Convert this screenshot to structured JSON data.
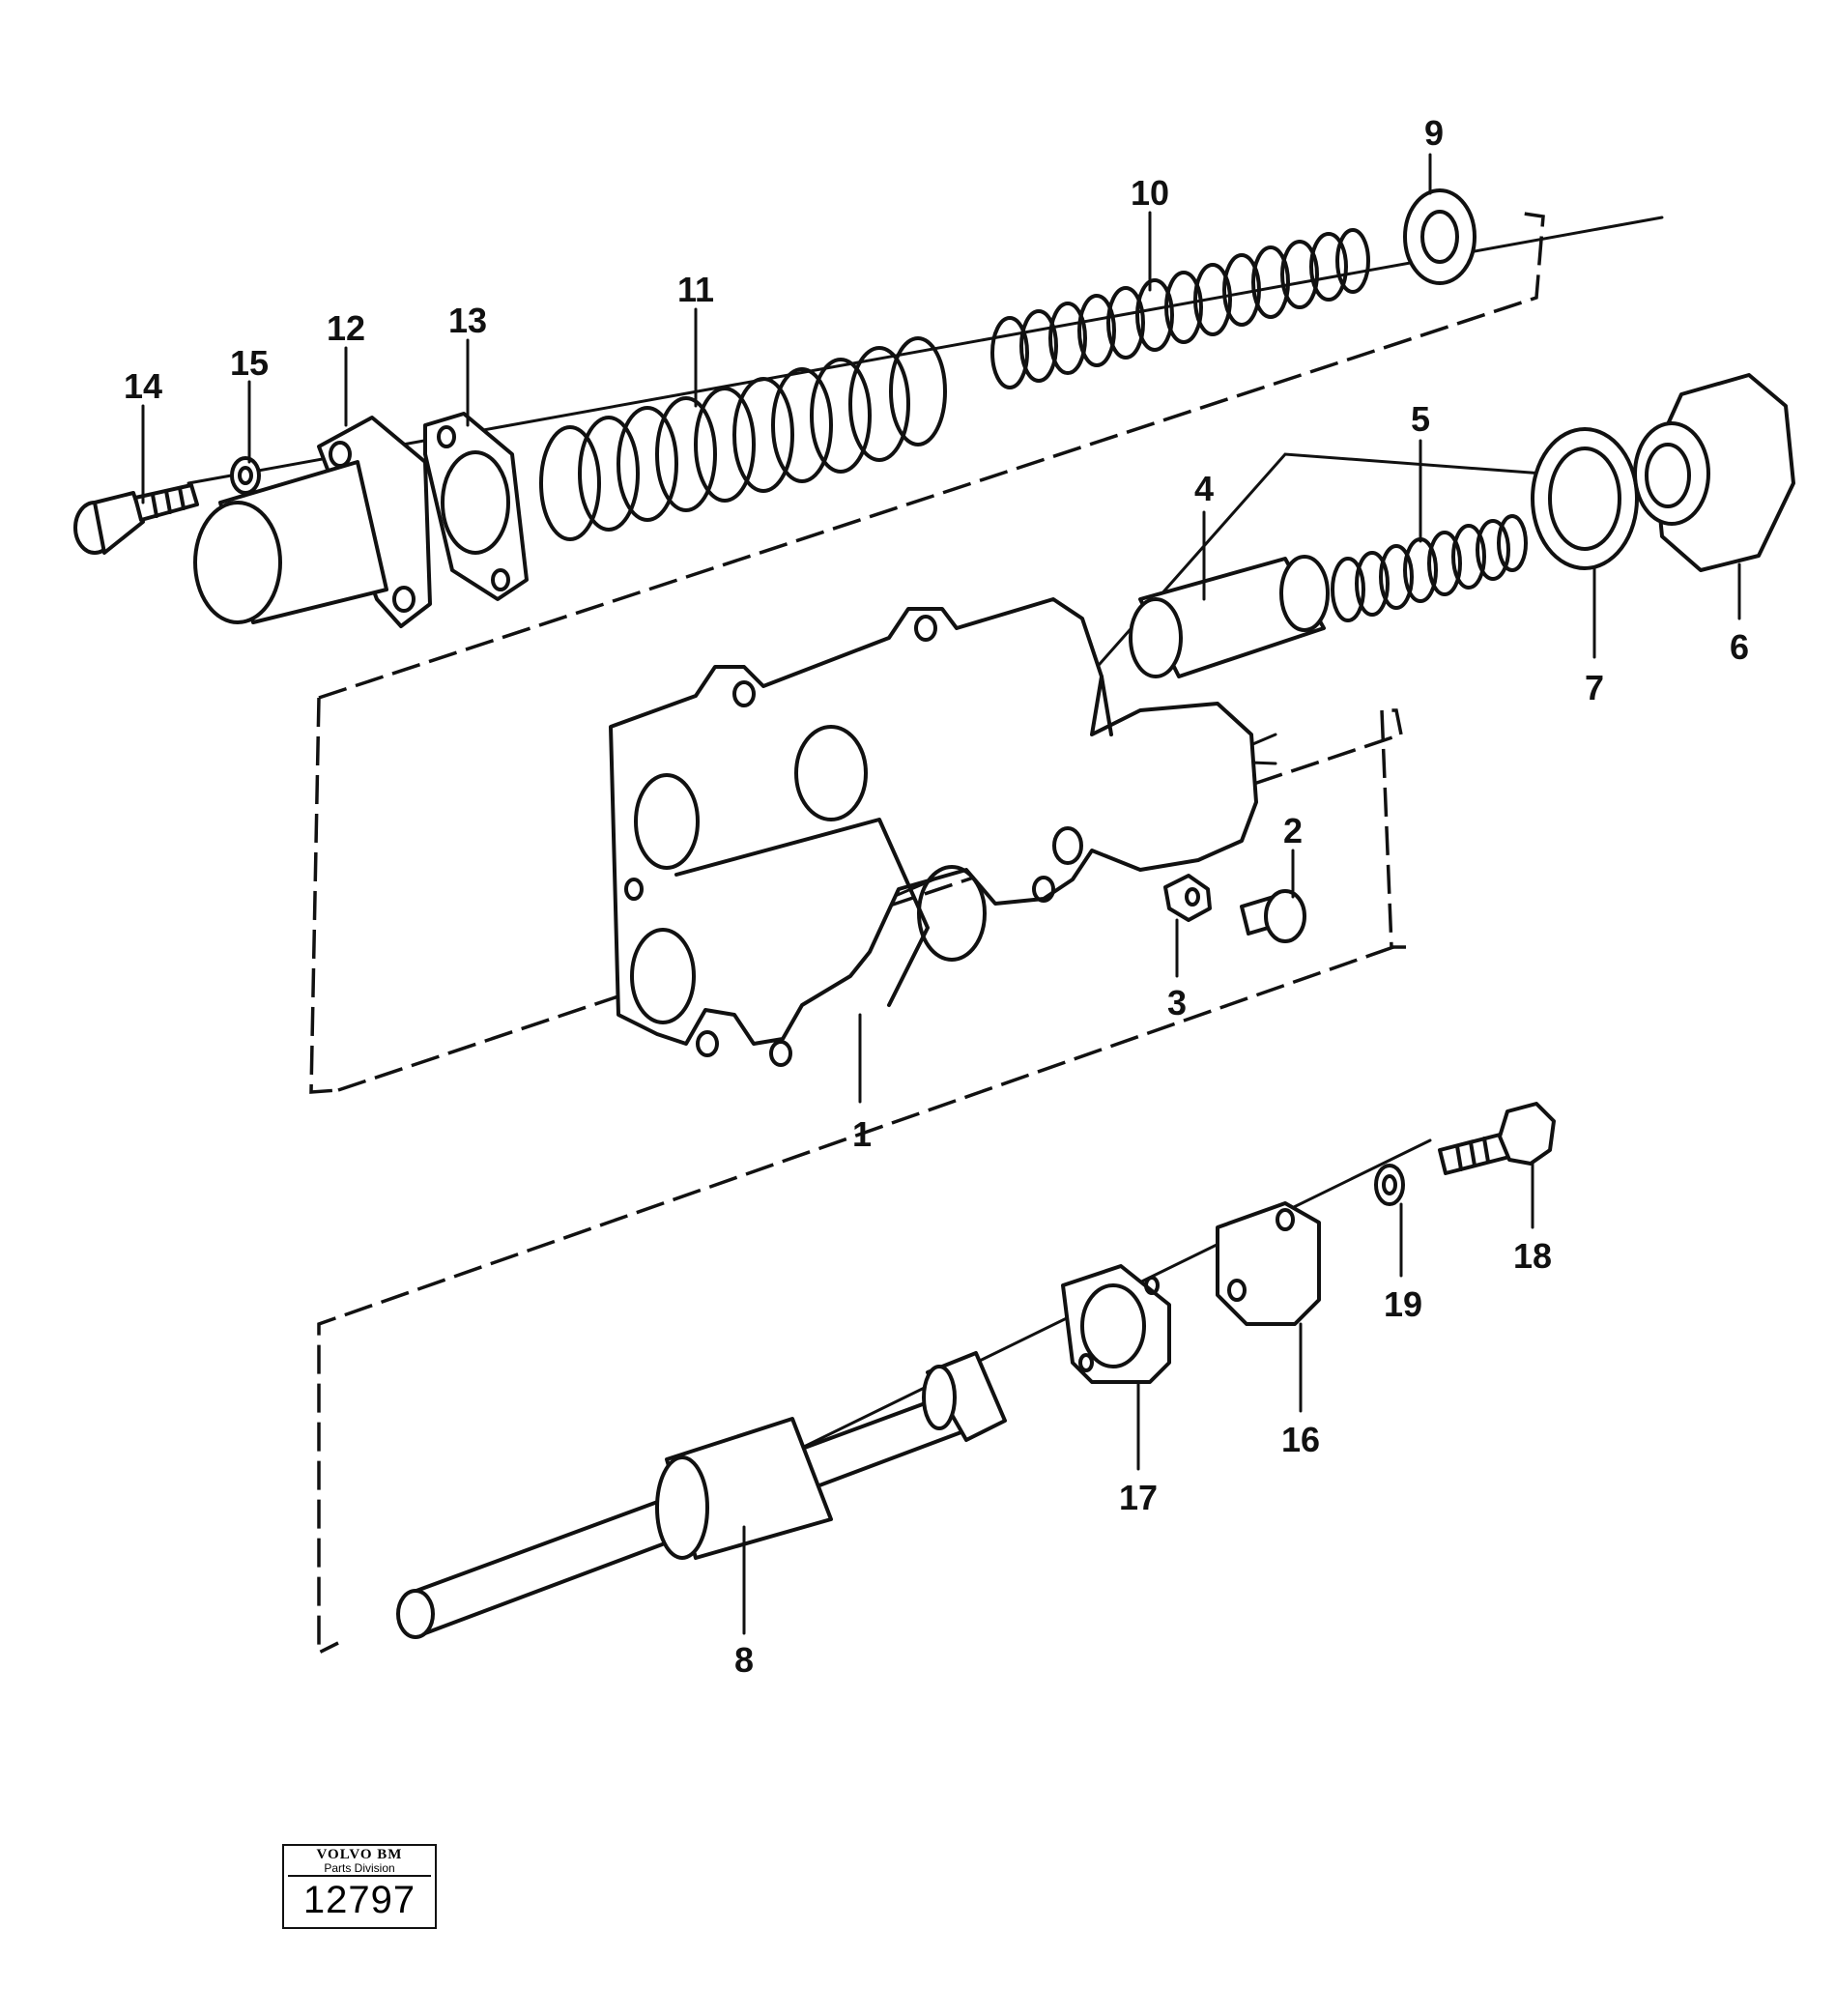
{
  "diagram": {
    "callouts": [
      {
        "id": "c1",
        "text": "1"
      },
      {
        "id": "c2",
        "text": "2"
      },
      {
        "id": "c3",
        "text": "3"
      },
      {
        "id": "c4",
        "text": "4"
      },
      {
        "id": "c5",
        "text": "5"
      },
      {
        "id": "c6",
        "text": "6"
      },
      {
        "id": "c7",
        "text": "7"
      },
      {
        "id": "c8",
        "text": "8"
      },
      {
        "id": "c9",
        "text": "9"
      },
      {
        "id": "c10",
        "text": "10"
      },
      {
        "id": "c11",
        "text": "11"
      },
      {
        "id": "c12",
        "text": "12"
      },
      {
        "id": "c13",
        "text": "13"
      },
      {
        "id": "c14",
        "text": "14"
      },
      {
        "id": "c15",
        "text": "15"
      },
      {
        "id": "c16",
        "text": "16"
      },
      {
        "id": "c17",
        "text": "17"
      },
      {
        "id": "c18",
        "text": "18"
      },
      {
        "id": "c19",
        "text": "19"
      }
    ]
  },
  "stamp": {
    "brand": "VOLVO BM",
    "division": "Parts Division",
    "code": "12797"
  }
}
